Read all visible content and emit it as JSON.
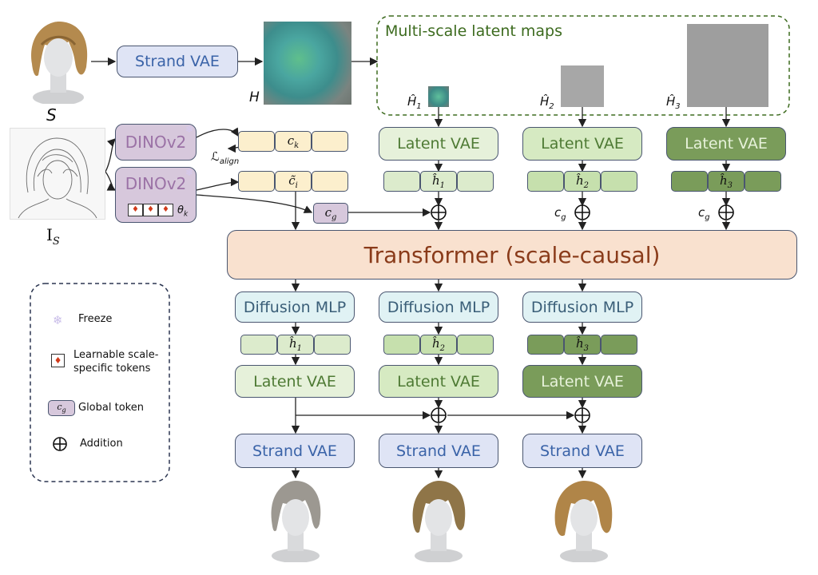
{
  "inputs": {
    "hair_label": "S",
    "sketch_label": "I",
    "sketch_sub": "S",
    "map_label": "H"
  },
  "multiscale": {
    "title": "Multi-scale latent maps",
    "maps": [
      {
        "sym": "Ĥ",
        "sub": "1"
      },
      {
        "sym": "Ĥ",
        "sub": "2"
      },
      {
        "sym": "Ĥ",
        "sub": "3"
      }
    ]
  },
  "boxes": {
    "strand_vae": "Strand VAE",
    "dino": "DINOv2",
    "latent_vae": "Latent VAE",
    "diffusion_mlp": "Diffusion MLP",
    "transformer": "Transformer (scale-causal)"
  },
  "tokens": {
    "ck": {
      "sym": "c",
      "sub": "k"
    },
    "ci": {
      "sym": "c̃",
      "sub": "i"
    },
    "cg": {
      "sym": "c",
      "sub": "g"
    },
    "theta": {
      "sym": "θ",
      "sub": "k"
    },
    "align": {
      "sym": "ℒ",
      "sub": "align"
    },
    "h": [
      {
        "sym": "ĥ",
        "sub": "1"
      },
      {
        "sym": "ĥ",
        "sub": "2"
      },
      {
        "sym": "ĥ",
        "sub": "3"
      }
    ]
  },
  "legend": {
    "freeze": "Freeze",
    "learnable": "Learnable scale-specific tokens",
    "global": "Global token",
    "global_chip": "c",
    "global_chip_sub": "g",
    "addition": "Addition"
  },
  "colors": {
    "strand": "#dfe4f5",
    "latent_scale1": "#e6f1da",
    "latent_scale2": "#d6eac2",
    "latent_scale3": "#7a9c5a",
    "diffusion": "#e0f2f4",
    "dino": "#d7c8dc",
    "transformer": "#f9e1cf",
    "condition_token": "#fcefcd",
    "title_green": "#3d6b1f"
  },
  "icons": [
    "snowflake-icon",
    "flame-icon",
    "plus-circle-icon",
    "hair-render-icon",
    "sketch-icon"
  ]
}
